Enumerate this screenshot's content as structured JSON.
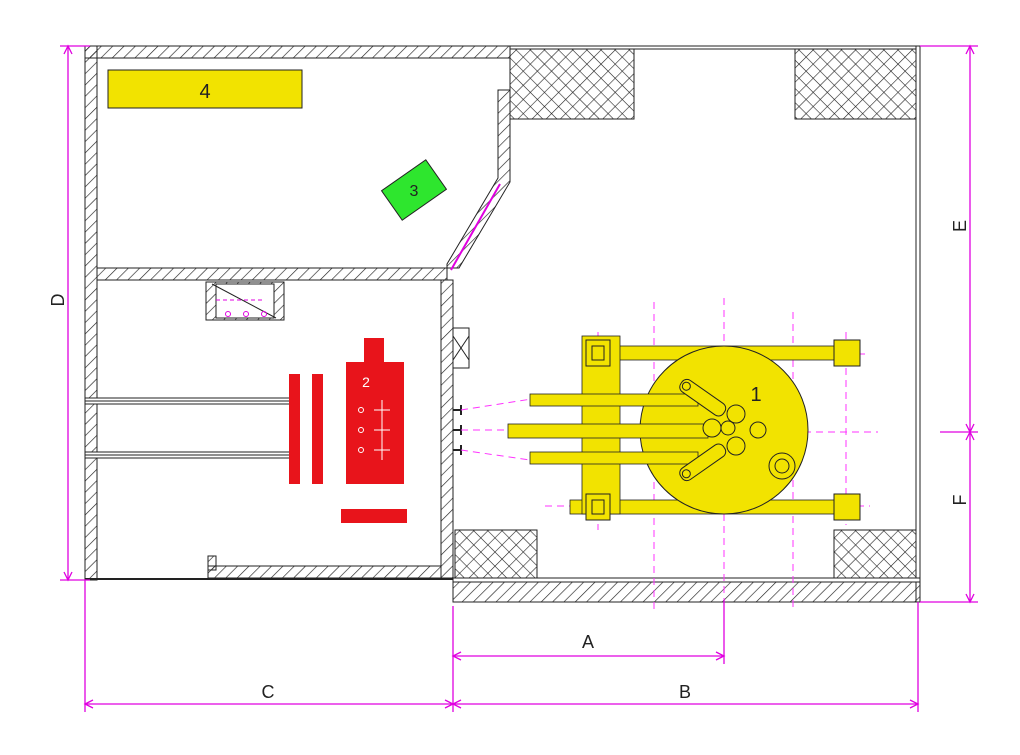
{
  "labels": {
    "item1": "1",
    "item2": "2",
    "item3": "3",
    "item4": "4"
  },
  "dimensions": {
    "A": "A",
    "B": "B",
    "C": "C",
    "D": "D",
    "E": "E",
    "F": "F"
  },
  "colors": {
    "yellow": "#f2e300",
    "red": "#e8141b",
    "green": "#2ee62e",
    "magenta": "#e000e0",
    "dashed": "#ff33ff",
    "wall": "#222222"
  }
}
